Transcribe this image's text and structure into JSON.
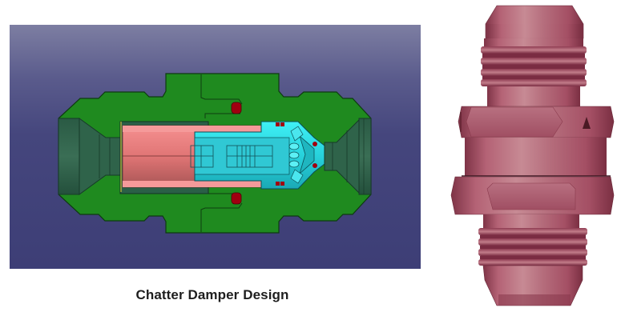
{
  "figure": {
    "caption": "Chatter Damper Design",
    "left_panel": {
      "type": "cross-section CAD diagram",
      "background_gradient": [
        "#7d7ea2",
        "#3d3e76"
      ],
      "components": [
        {
          "name": "housing-body",
          "color": "#1f8a1f"
        },
        {
          "name": "end-port-bore",
          "color": "#2f5f45"
        },
        {
          "name": "damper-tube",
          "color": "#f08080"
        },
        {
          "name": "poppet-piston",
          "color": "#22e4ee"
        },
        {
          "name": "o-ring-seals",
          "color": "#a00010"
        }
      ]
    },
    "right_panel": {
      "type": "photo",
      "subject": "flare union fitting (chatter damper)",
      "color": "#b0586e",
      "marking": "arrow-triangle"
    }
  }
}
